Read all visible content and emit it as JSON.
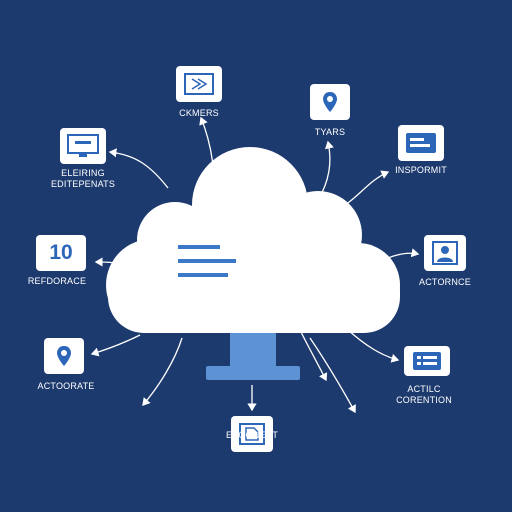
{
  "colors": {
    "background": "#1d3a6e",
    "cloud": "#ffffff",
    "accent": "#2c66b8",
    "stand": "#5d92d4",
    "connector": "#ffffff"
  },
  "center": {
    "icon": "cloud-server-icon",
    "lines_icon": "list-lines-icon"
  },
  "nodes": {
    "top": {
      "icon": "folder-share-icon",
      "label": "CKMERS"
    },
    "top_right": {
      "icon": "map-pin-icon",
      "label": "TYARS"
    },
    "upper_right": {
      "icon": "browser-window-icon",
      "label": "INSPORMIT"
    },
    "mid_right": {
      "icon": "user-profile-icon",
      "label": "ACTORNCE"
    },
    "lower_right": {
      "icon": "list-card-icon",
      "label_line1": "ACTILC",
      "label_line2": "CORENTION"
    },
    "bottom": {
      "icon": "document-icon",
      "label": "EEGONENT"
    },
    "lower_left": {
      "icon": "map-pin-icon",
      "label": "ACTOORATE"
    },
    "mid_left": {
      "value": "10",
      "label": "REFDORACE"
    },
    "upper_left": {
      "icon": "monitor-icon",
      "label_line1": "ELEIRING",
      "label_line2": "EDITEPENATS"
    }
  }
}
